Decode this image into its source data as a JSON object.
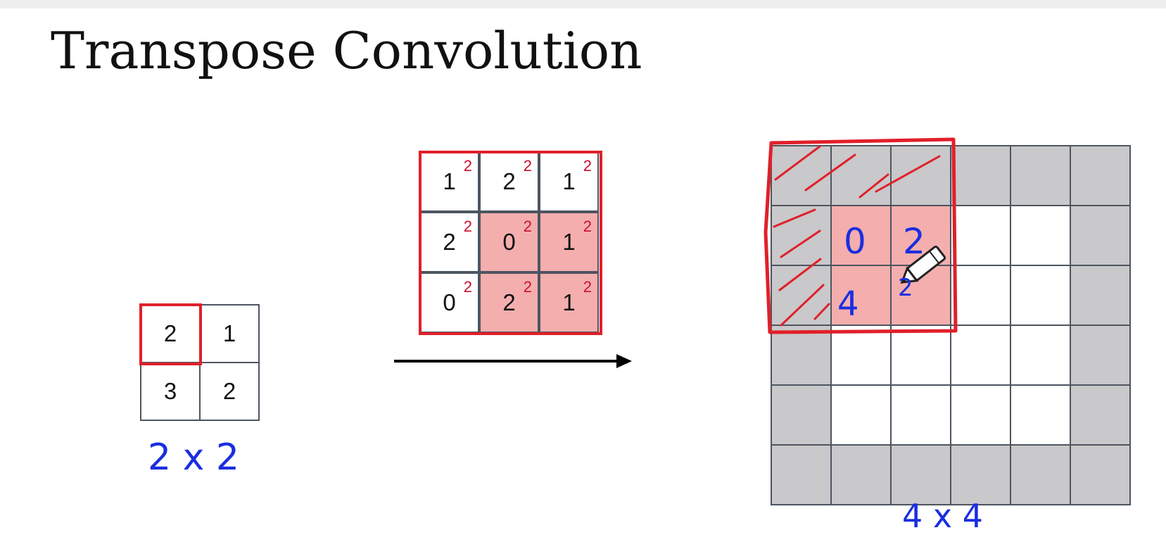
{
  "title": "Transpose Convolution",
  "input_matrix": {
    "cells": [
      "2",
      "1",
      "3",
      "2"
    ],
    "size_label": "2 x 2"
  },
  "filter": {
    "cells": [
      "1",
      "2",
      "1",
      "2",
      "0",
      "1",
      "0",
      "2",
      "1"
    ],
    "superscript": "2"
  },
  "output": {
    "size_label": "4 x 4",
    "annotations": {
      "top_left": "0",
      "top_right": "2",
      "bottom_left": "4",
      "bottom_right": "2"
    }
  },
  "colors": {
    "highlight_red": "#e0202a",
    "pink_fill": "#f4aeae",
    "padding_gray": "#c9c8ca",
    "ink_blue": "#1a2ee0"
  },
  "icons": [
    "pencil-icon"
  ]
}
